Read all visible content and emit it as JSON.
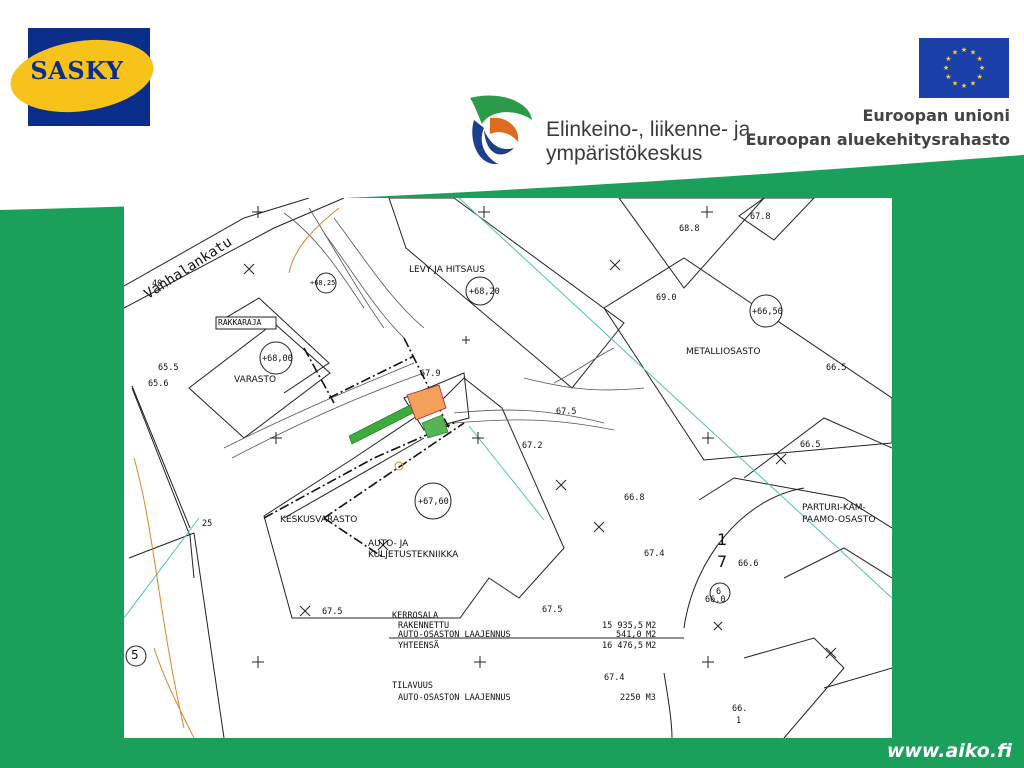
{
  "header": {
    "sasky_logo_text": "SASKY",
    "ely_line1": "Elinkeino-, liikenne- ja",
    "ely_line2": "ympäristökeskus",
    "eu_line1": "Euroopan unioni",
    "eu_line2": "Euroopan aluekehitysrahasto"
  },
  "colors": {
    "green": "#1aa05a",
    "blue": "#0a2e8a",
    "yellow": "#f7c21a",
    "eu_blue": "#1a3fa8"
  },
  "plan": {
    "street": "Vanhalankatu",
    "street_number": "40",
    "levels": {
      "levy": "+68,20",
      "metalli": "+66,50",
      "varasto": "+68,00",
      "keskus": "+67,60",
      "north_slope": "+68,25"
    },
    "buildings": {
      "levy": "LEVY JA HITSAUS",
      "metalli": "METALLIOSASTO",
      "varasto": "VARASTO",
      "keskus": "KESKUSVARASTO",
      "auto1": "AUTO- JA",
      "auto2": "KULJETUSTEKNIIKKA",
      "parturi1": "PARTURI-KAM-",
      "parturi2": "PAAMO-OSASTO",
      "rakkaraja": "RAKKARAJA"
    },
    "elevations": [
      "68.8",
      "67.8",
      "69.0",
      "66.5",
      "66.5",
      "66.8",
      "67.4",
      "66.6",
      "66.0",
      "67.5",
      "67.5",
      "67.5",
      "67.4",
      "67.2",
      "67.9",
      "65.5",
      "65.6",
      "25",
      "66.",
      "1",
      "6"
    ],
    "area_table": {
      "kerrosala": "KERROSALA",
      "rows": [
        {
          "label": "RAKENNETTU",
          "value": "15 935,5",
          "unit": "M2"
        },
        {
          "label": "AUTO-OSASTON LAAJENNUS",
          "value": "541,0",
          "unit": "M2"
        },
        {
          "label": "YHTEENSÄ",
          "value": "16 476,5",
          "unit": "M2"
        }
      ],
      "tilavuus": "TILAVUUS",
      "tilavuus_row": {
        "label": "AUTO-OSASTON LAAJENNUS",
        "value": "2250 M3"
      }
    },
    "block_numbers": {
      "kortteli_top": "1",
      "kortteli_bottom": "7",
      "lot_a": "5",
      "lot_b": "6"
    }
  },
  "footer": {
    "url": "www.aiko.fi"
  }
}
